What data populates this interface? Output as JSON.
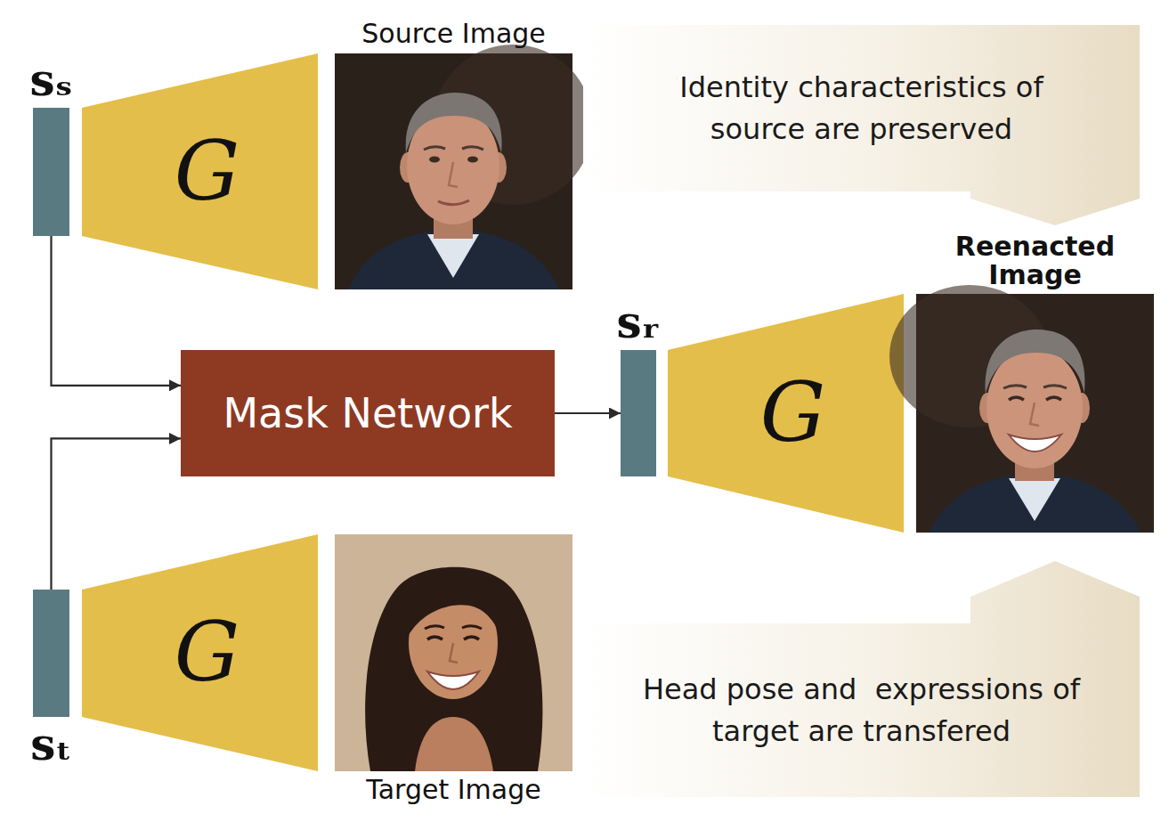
{
  "diagram": {
    "nodes": [
      {
        "text": [
          "sₛ"
        ]
      },
      {
        "text": [
          "G"
        ]
      },
      {
        "text": [
          "Source Image"
        ]
      },
      {
        "text": [
          "Identity characteristics of source are preserved"
        ]
      },
      {
        "text": [
          "Mask Network"
        ]
      },
      {
        "text": [
          "sᵣ"
        ]
      },
      {
        "text": [
          "G"
        ]
      },
      {
        "text": [
          "Reenacted Image"
        ]
      },
      {
        "text": [
          "sₜ"
        ]
      },
      {
        "text": [
          "G"
        ]
      },
      {
        "text": [
          "Target Image"
        ]
      },
      {
        "text": [
          "Head pose and  expressions of target are transfered"
        ]
      }
    ],
    "edges": [
      {
        "from": 0,
        "to": 4,
        "arrow": "to"
      },
      {
        "from": 8,
        "to": 4,
        "arrow": "to"
      },
      {
        "from": 4,
        "to": 5,
        "arrow": "to"
      }
    ]
  }
}
